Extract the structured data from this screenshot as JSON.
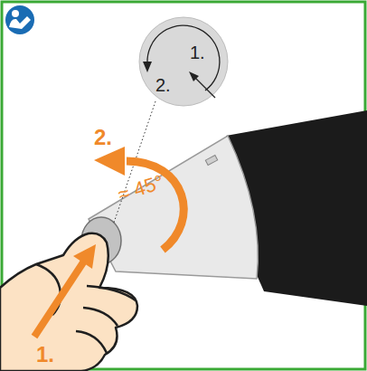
{
  "diagram": {
    "nodes": [
      {
        "text": [
          "1.",
          "2."
        ]
      }
    ],
    "labels": [
      "2.",
      "≈ 45°",
      "1."
    ]
  }
}
